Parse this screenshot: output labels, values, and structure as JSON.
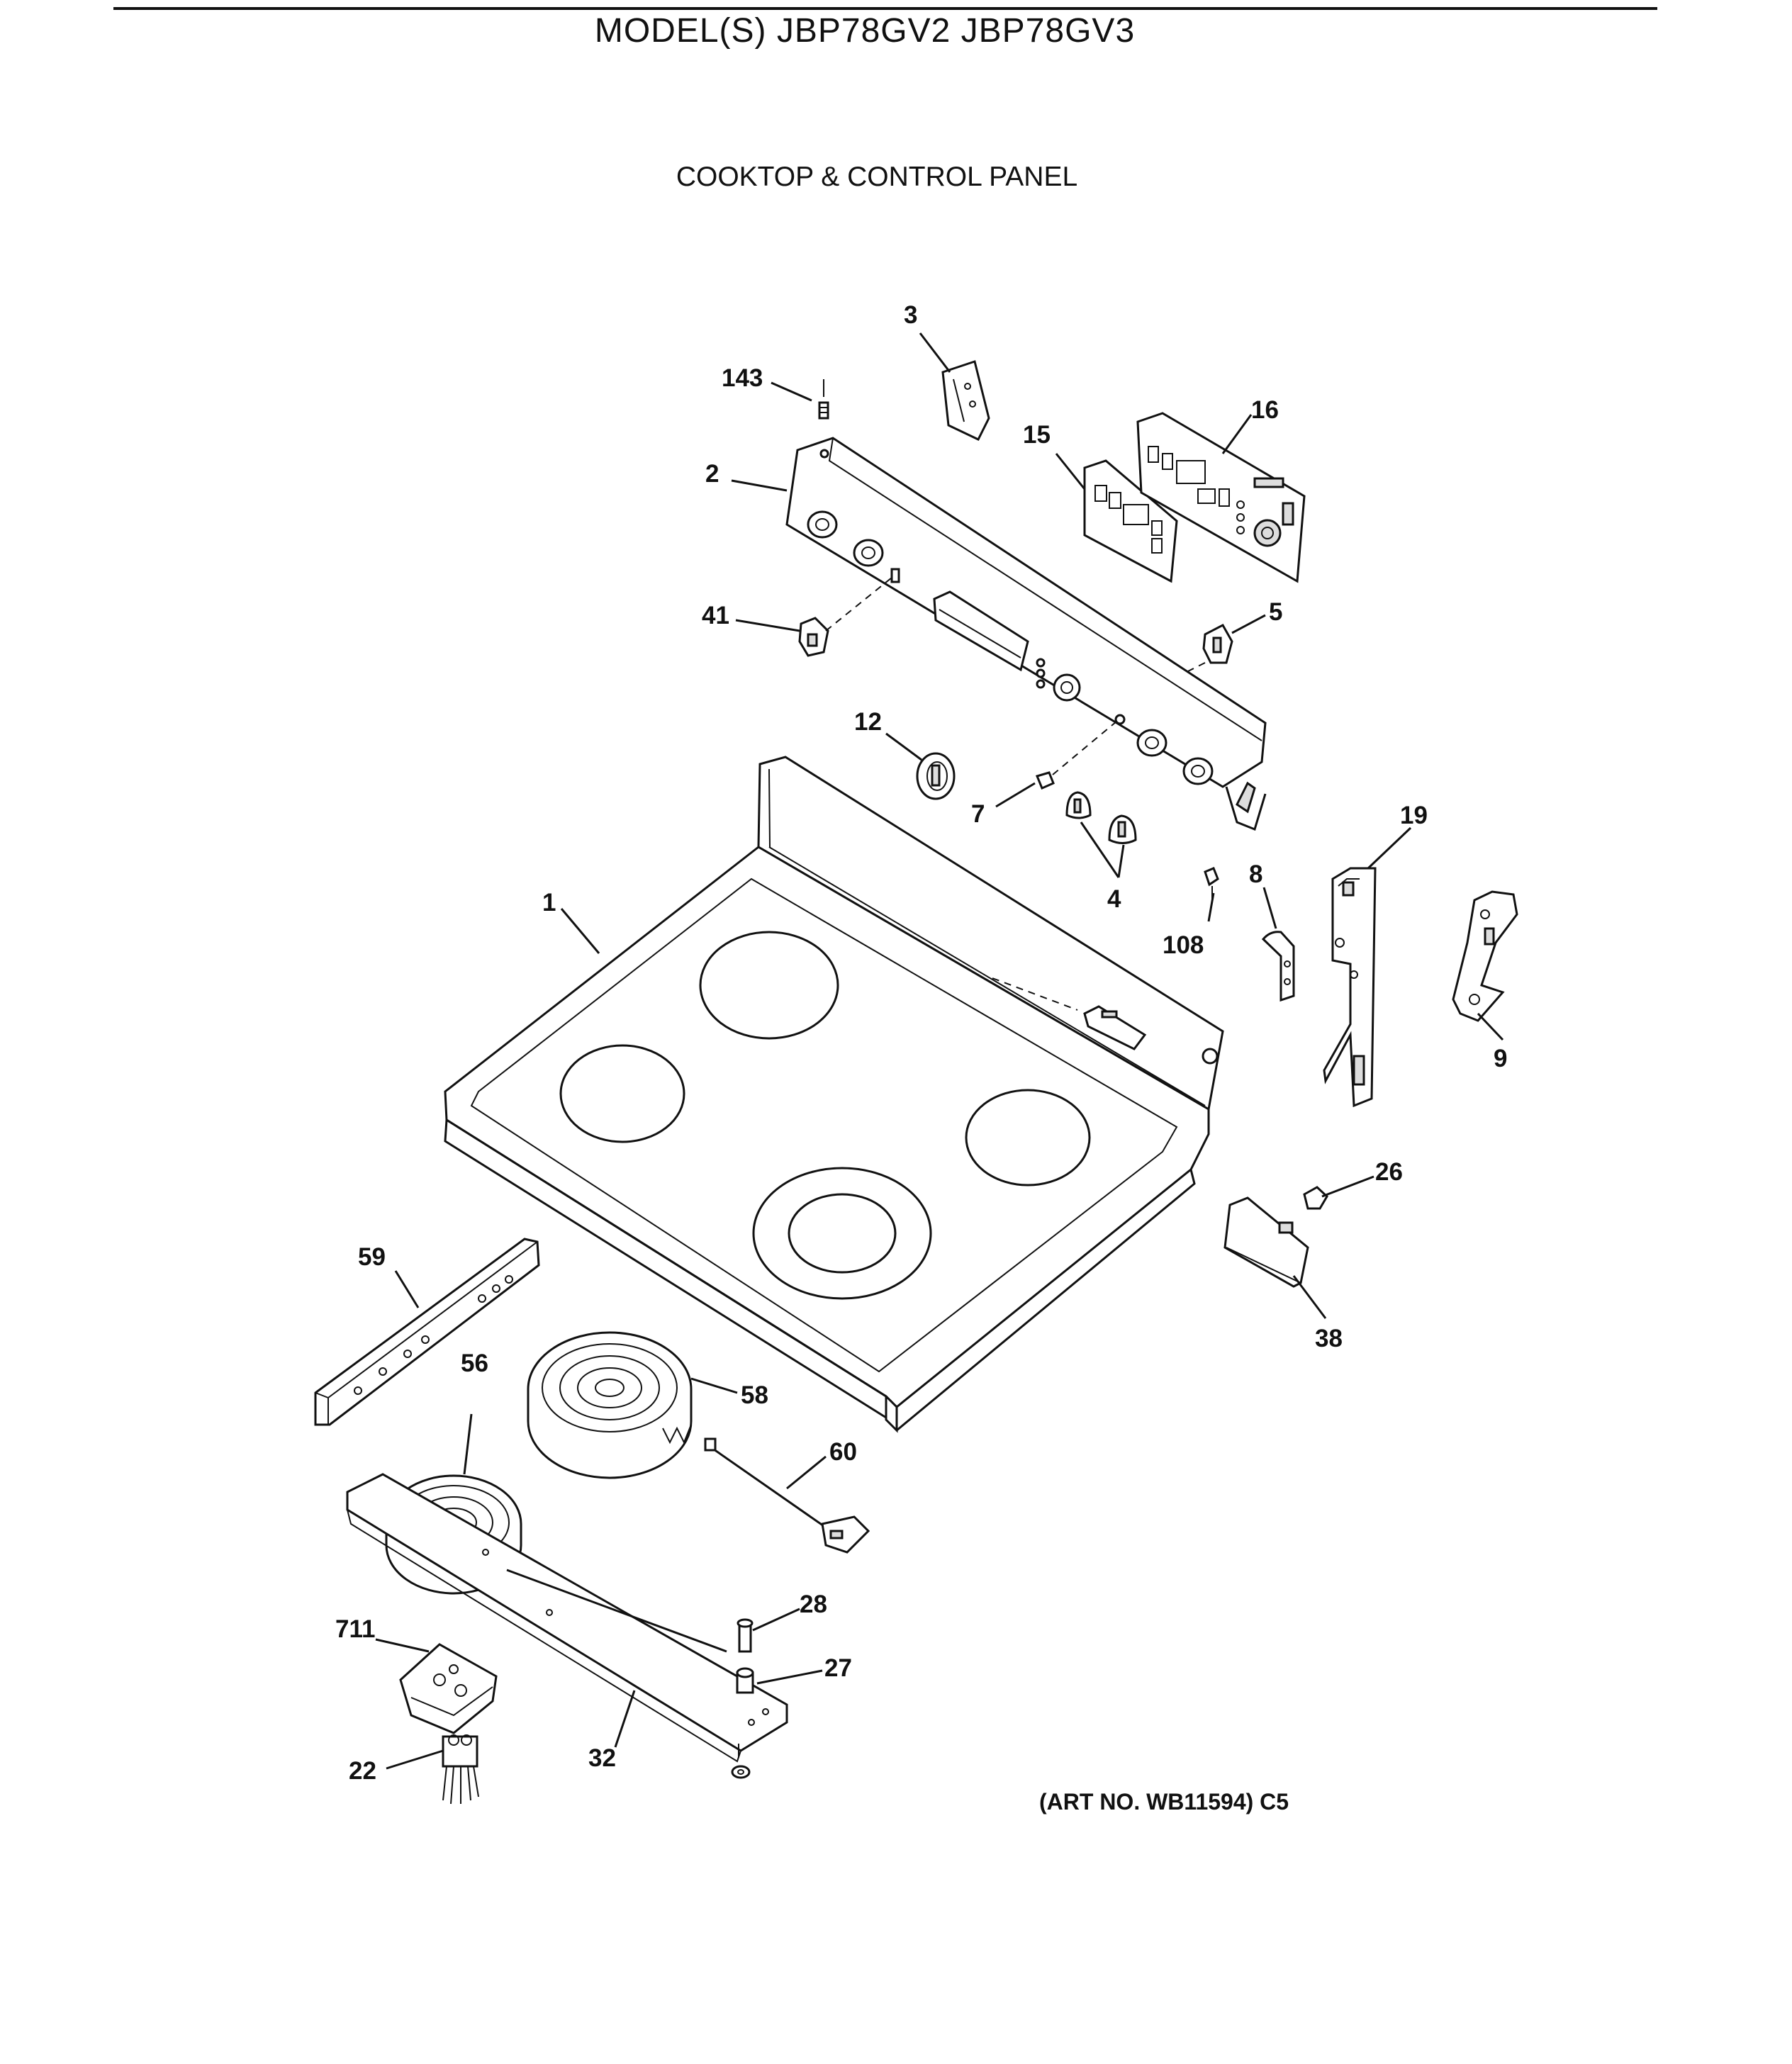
{
  "header": {
    "model_title": "MODEL(S) JBP78GV2  JBP78GV3",
    "section_title": "COOKTOP & CONTROL PANEL"
  },
  "footer": {
    "art_number": "(ART NO. WB11594) C5"
  },
  "callouts": [
    {
      "id": "3",
      "label": "3"
    },
    {
      "id": "143",
      "label": "143"
    },
    {
      "id": "16",
      "label": "16"
    },
    {
      "id": "15",
      "label": "15"
    },
    {
      "id": "2",
      "label": "2"
    },
    {
      "id": "41",
      "label": "41"
    },
    {
      "id": "5",
      "label": "5"
    },
    {
      "id": "12",
      "label": "12"
    },
    {
      "id": "7",
      "label": "7"
    },
    {
      "id": "4",
      "label": "4"
    },
    {
      "id": "19",
      "label": "19"
    },
    {
      "id": "8",
      "label": "8"
    },
    {
      "id": "108",
      "label": "108"
    },
    {
      "id": "1",
      "label": "1"
    },
    {
      "id": "9",
      "label": "9"
    },
    {
      "id": "26",
      "label": "26"
    },
    {
      "id": "38",
      "label": "38"
    },
    {
      "id": "59",
      "label": "59"
    },
    {
      "id": "56",
      "label": "56"
    },
    {
      "id": "58",
      "label": "58"
    },
    {
      "id": "60",
      "label": "60"
    },
    {
      "id": "28",
      "label": "28"
    },
    {
      "id": "711",
      "label": "711"
    },
    {
      "id": "27",
      "label": "27"
    },
    {
      "id": "32",
      "label": "32"
    },
    {
      "id": "22",
      "label": "22"
    }
  ]
}
